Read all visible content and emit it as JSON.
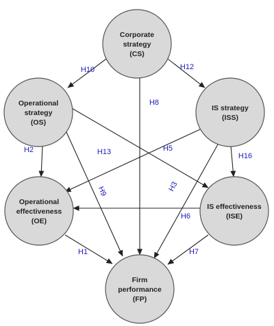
{
  "colors": {
    "node_fill": "#d9d9d9",
    "node_stroke": "#555555",
    "edge": "#222222",
    "hypothesis_label": "#1a1ab8"
  },
  "nodes": {
    "cs": {
      "lines": [
        "Corporate",
        "strategy",
        "(CS)"
      ]
    },
    "os": {
      "lines": [
        "Operational",
        "strategy",
        "(OS)"
      ]
    },
    "iss": {
      "lines": [
        "IS strategy",
        "(ISS)"
      ]
    },
    "oe": {
      "lines": [
        "Operational",
        "effectiveness",
        "(OE)"
      ]
    },
    "ise": {
      "lines": [
        "IS effectiveness",
        "(ISE)"
      ]
    },
    "fp": {
      "lines": [
        "Firm",
        "performance",
        "(FP)"
      ]
    }
  },
  "edges": [
    {
      "id": "H10",
      "label": "H10",
      "from": "cs",
      "to": "os"
    },
    {
      "id": "H12",
      "label": "H12",
      "from": "cs",
      "to": "iss"
    },
    {
      "id": "H8",
      "label": "H8",
      "from": "cs",
      "to": "fp"
    },
    {
      "id": "H2",
      "label": "H2",
      "from": "os",
      "to": "oe"
    },
    {
      "id": "H9",
      "label": "H9",
      "from": "os",
      "to": "fp"
    },
    {
      "id": "H5",
      "label": "H5",
      "from": "os",
      "to": "ise"
    },
    {
      "id": "H13",
      "label": "H13",
      "from": "iss",
      "to": "oe"
    },
    {
      "id": "H3",
      "label": "H3",
      "from": "iss",
      "to": "fp"
    },
    {
      "id": "H16",
      "label": "H16",
      "from": "iss",
      "to": "ise"
    },
    {
      "id": "H6",
      "label": "H6",
      "from": "ise",
      "to": "oe"
    },
    {
      "id": "H1",
      "label": "H1",
      "from": "oe",
      "to": "fp"
    },
    {
      "id": "H7",
      "label": "H7",
      "from": "ise",
      "to": "fp"
    }
  ]
}
